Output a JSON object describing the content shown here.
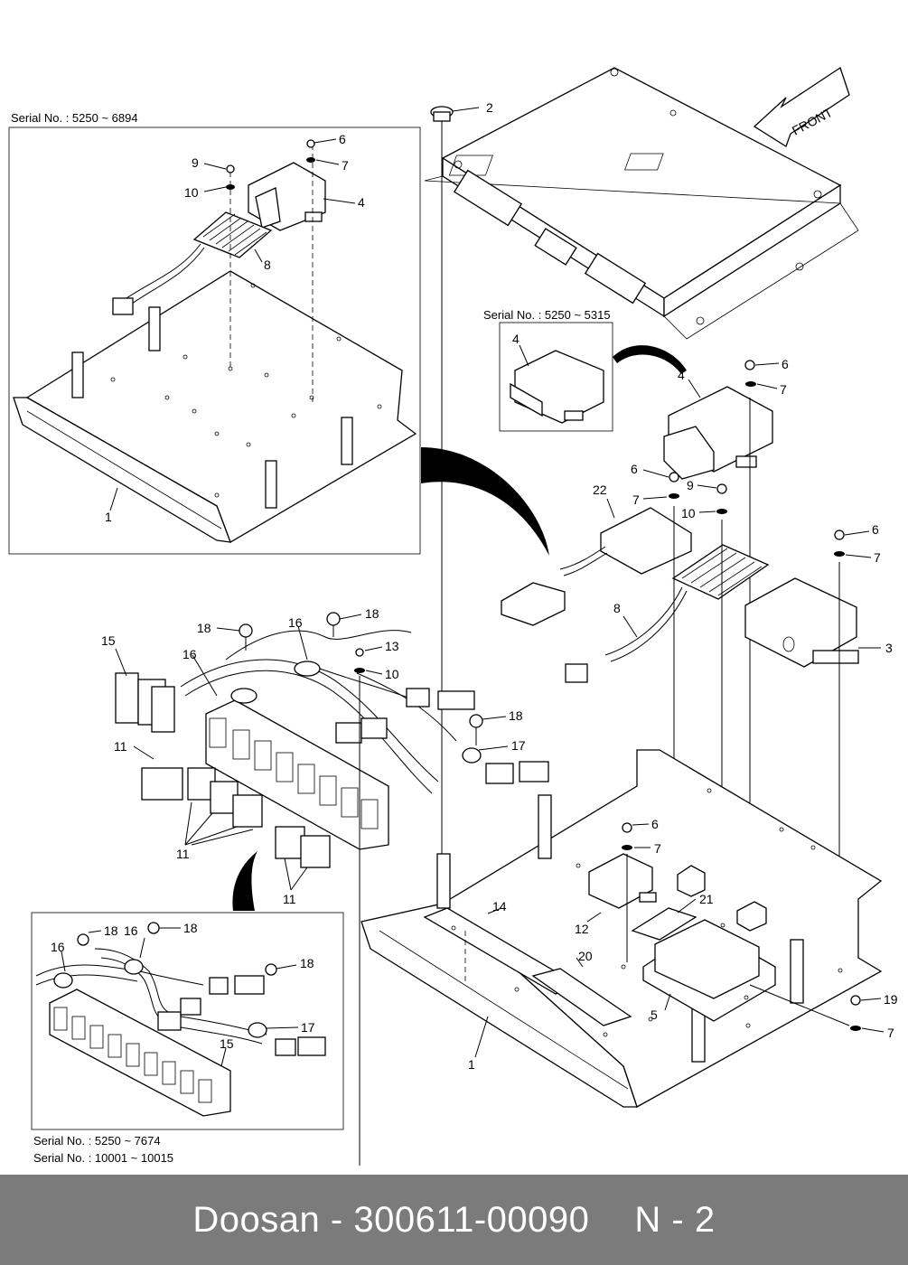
{
  "diagram": {
    "insets": {
      "top_left_serial": "Serial No. : 5250 ~ 6894",
      "middle_serial": "Serial No. : 5250 ~ 5315",
      "bottom_serial_1": "Serial No. : 5250 ~ 7674",
      "bottom_serial_2": "Serial No. : 10001 ~ 10015"
    },
    "front_label": "FRONT",
    "callouts": {
      "c1": "1",
      "c2": "2",
      "c3": "3",
      "c4": "4",
      "c5": "5",
      "c6": "6",
      "c7": "7",
      "c8": "8",
      "c9": "9",
      "c10": "10",
      "c11": "11",
      "c12": "12",
      "c13": "13",
      "c14": "14",
      "c15": "15",
      "c16": "16",
      "c17": "17",
      "c18": "18",
      "c19": "19",
      "c20": "20",
      "c21": "21",
      "c22": "22"
    }
  },
  "footer": {
    "brand": "Doosan",
    "separator": " - ",
    "part_number": "300611-00090",
    "page_code": "N - 2"
  }
}
